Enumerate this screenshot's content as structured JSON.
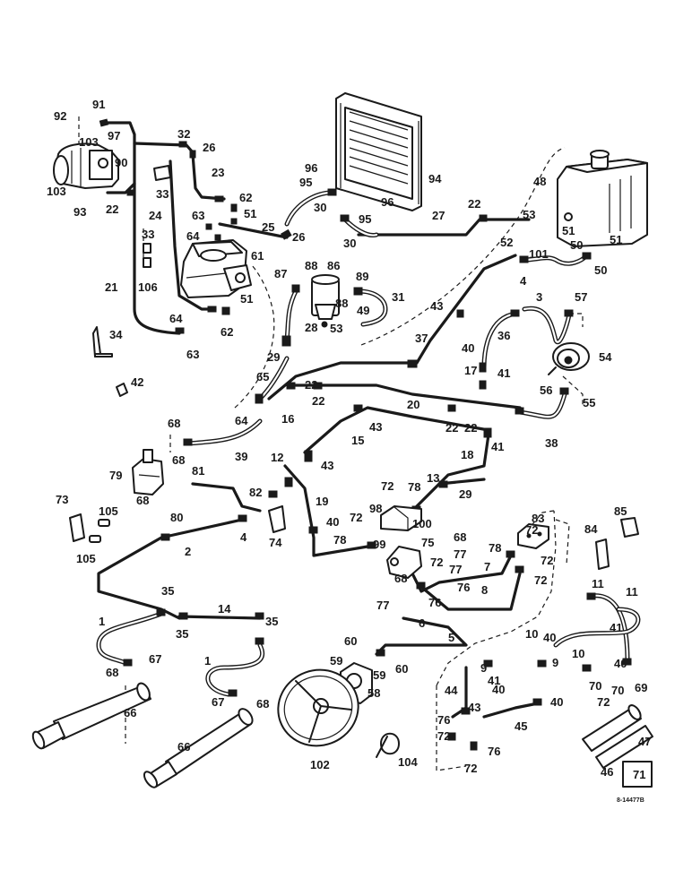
{
  "labels": [
    "91",
    "92",
    "97",
    "103",
    "90",
    "103",
    "93",
    "32",
    "26",
    "23",
    "33",
    "22",
    "24",
    "21",
    "33",
    "106",
    "34",
    "42",
    "96",
    "95",
    "96",
    "94",
    "62",
    "51",
    "63",
    "64",
    "25",
    "26",
    "30",
    "30",
    "95",
    "61",
    "87",
    "88",
    "86",
    "89",
    "88",
    "31",
    "49",
    "53",
    "51",
    "62",
    "64",
    "63",
    "48",
    "22",
    "27",
    "53",
    "52",
    "101",
    "51",
    "50",
    "51",
    "50",
    "4",
    "3",
    "57",
    "43",
    "37",
    "36",
    "40",
    "17",
    "41",
    "54",
    "56",
    "55",
    "28",
    "29",
    "65",
    "22",
    "22",
    "64",
    "16",
    "20",
    "22",
    "22",
    "43",
    "68",
    "39",
    "15",
    "38",
    "12",
    "43",
    "18",
    "41",
    "79",
    "68",
    "81",
    "82",
    "19",
    "13",
    "29",
    "68",
    "80",
    "72",
    "78",
    "98",
    "100",
    "4",
    "74",
    "40",
    "78",
    "72",
    "99",
    "75",
    "68",
    "77",
    "72",
    "83",
    "84",
    "85",
    "73",
    "105",
    "105",
    "2",
    "72",
    "77",
    "72",
    "78",
    "7",
    "76",
    "8",
    "68",
    "76",
    "77",
    "72",
    "35",
    "14",
    "6",
    "11",
    "11",
    "35",
    "35",
    "5",
    "10",
    "40",
    "41",
    "1",
    "67",
    "60",
    "10",
    "68",
    "59",
    "60",
    "59",
    "40",
    "1",
    "9",
    "41",
    "9",
    "40",
    "70",
    "58",
    "44",
    "40",
    "70",
    "72",
    "69",
    "67",
    "68",
    "76",
    "43",
    "66",
    "72",
    "45",
    "47",
    "66",
    "76",
    "102",
    "104",
    "72",
    "46",
    "71"
  ],
  "drawing_ref": "8-14477B"
}
